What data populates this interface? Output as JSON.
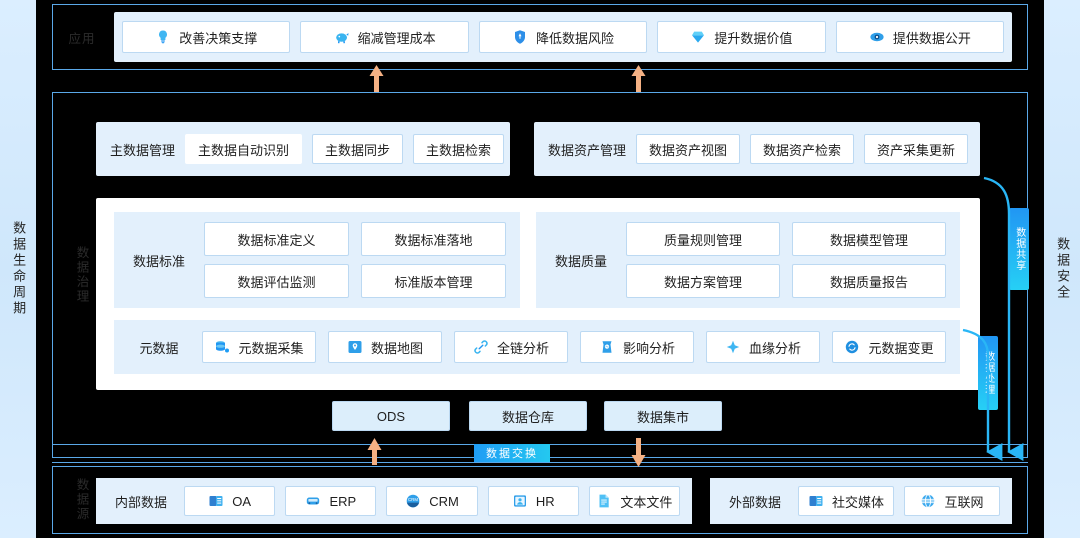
{
  "rails": {
    "left_label": "数据生命周期",
    "right_label": "数据安全"
  },
  "panels": {
    "application": {
      "label": "应用"
    },
    "governance": {
      "label": "数据治理"
    },
    "source": {
      "label": "数据源"
    }
  },
  "application": {
    "items": [
      {
        "label": "改善决策支撑",
        "icon": "lightbulb-icon"
      },
      {
        "label": "缩减管理成本",
        "icon": "piggybank-icon"
      },
      {
        "label": "降低数据风险",
        "icon": "shield-icon"
      },
      {
        "label": "提升数据价值",
        "icon": "diamond-icon"
      },
      {
        "label": "提供数据公开",
        "icon": "eye-icon"
      }
    ]
  },
  "master_data": {
    "title": "主数据管理",
    "items": [
      "主数据自动识别",
      "主数据同步",
      "主数据检索"
    ]
  },
  "data_asset": {
    "title": "数据资产管理",
    "items": [
      "数据资产视图",
      "数据资产检索",
      "资产采集更新"
    ]
  },
  "data_standard": {
    "title": "数据标准",
    "items": [
      "数据标准定义",
      "数据标准落地",
      "数据评估监测",
      "标准版本管理"
    ]
  },
  "data_quality": {
    "title": "数据质量",
    "items": [
      "质量规则管理",
      "数据模型管理",
      "数据方案管理",
      "数据质量报告"
    ]
  },
  "metadata": {
    "title": "元数据",
    "items": [
      {
        "label": "元数据采集",
        "icon": "database-icon"
      },
      {
        "label": "数据地图",
        "icon": "map-icon"
      },
      {
        "label": "全链分析",
        "icon": "link-icon"
      },
      {
        "label": "影响分析",
        "icon": "impact-icon"
      },
      {
        "label": "血缘分析",
        "icon": "lineage-icon"
      },
      {
        "label": "元数据变更",
        "icon": "change-icon"
      }
    ]
  },
  "storage": {
    "items": [
      "ODS",
      "数据仓库",
      "数据集市"
    ]
  },
  "exchange": {
    "label": "数据交换"
  },
  "internal_source": {
    "title": "内部数据",
    "items": [
      {
        "label": "OA",
        "icon": "oa-icon"
      },
      {
        "label": "ERP",
        "icon": "erp-icon"
      },
      {
        "label": "CRM",
        "icon": "crm-icon"
      },
      {
        "label": "HR",
        "icon": "hr-icon"
      },
      {
        "label": "文本文件",
        "icon": "document-icon"
      }
    ]
  },
  "external_source": {
    "title": "外部数据",
    "items": [
      {
        "label": "社交媒体",
        "icon": "social-icon"
      },
      {
        "label": "互联网",
        "icon": "globe-icon"
      }
    ]
  },
  "side_badges": {
    "share": "数据共享",
    "process": "数据处理"
  },
  "colors": {
    "background": "#000000",
    "panel_border": "#5aa8e8",
    "group_fill": "#e3f0fc",
    "chip_fill": "#ffffff",
    "chip_border": "#bcd9f2",
    "rail_fill": "#dbeeff",
    "accent_cyan": "#26d0f5",
    "accent_blue": "#1f9df5",
    "arrow_orange": "#f5b184"
  }
}
